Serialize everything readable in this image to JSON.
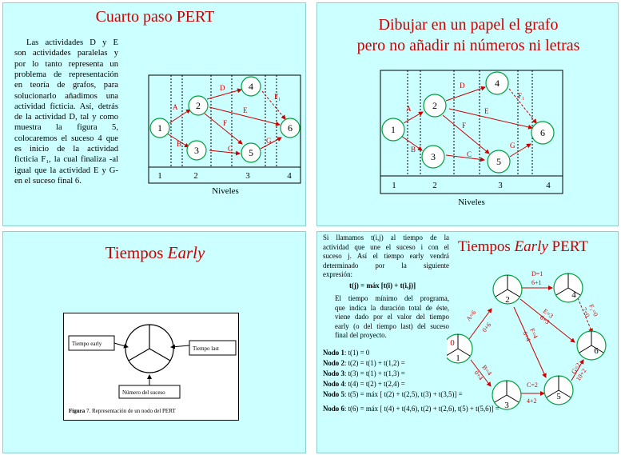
{
  "slide1": {
    "title": "Cuarto paso PERT",
    "lines": [
      "Las actividades D y E",
      "son actividades paralelas y",
      "por lo tanto representa un",
      "problema de representación",
      "en teoría de grafos, para",
      "solucionarlo añadimos una",
      "actividad ficticia. Así, detrás",
      "de la actividad D, tal y como",
      "muestra la figura 5,",
      "colocaremos el suceso 4 que",
      "es inicio de la actividad",
      "ficticia F₁, la cual finaliza -al",
      "igual que la actividad E y G-",
      "en el suceso final 6."
    ],
    "graph": {
      "nodes": [
        "1",
        "2",
        "3",
        "4",
        "5",
        "6"
      ],
      "edge_labels": [
        "A",
        "B",
        "C",
        "D",
        "E",
        "F",
        "G",
        "F₁"
      ],
      "levels": [
        "1",
        "2",
        "3",
        "4"
      ],
      "levels_label": "Niveles"
    }
  },
  "slide2": {
    "title_line1": "Dibujar en un papel el grafo",
    "title_line2": "pero no añadir ni números ni letras",
    "graph": {
      "nodes": [
        "1",
        "2",
        "3",
        "4",
        "5",
        "6"
      ],
      "edge_labels": [
        "A",
        "B",
        "C",
        "D",
        "E",
        "F",
        "G",
        "F₁"
      ],
      "levels": [
        "1",
        "2",
        "3",
        "4"
      ],
      "levels_label": "Niveles"
    }
  },
  "slide3": {
    "title_plain": "Tiempos ",
    "title_italic": "Early",
    "box_early_label": "Tiempo early",
    "box_last_label": "Tiempo last",
    "box_node_label": "Número del suceso",
    "caption_bold": "Figura",
    "caption_rest": " 7. Representación de un nodo del PERT"
  },
  "slide4": {
    "title_plain1": "Tiempos ",
    "title_italic": "Early",
    "title_plain2": " PERT",
    "intro_lines": [
      "Si llamamos t(i,j) al tiempo de la",
      "actividad que une el suceso i con el",
      "suceso j. Así el tiempo early vendrá",
      "determinado por la siguiente",
      "expresión:"
    ],
    "formula": "t(j) = máx [t(i) + t(i,j)]",
    "para_lines": [
      "El tiempo mínimo del programa,",
      "que indica la duración total de éste,",
      "viene dado por el valor del tiempo",
      "early (o del tiempo last) del suceso",
      "final del proyecto."
    ],
    "nodes_text": [
      {
        "label": "Nodo 1",
        "expr": ": t(1) = 0"
      },
      {
        "label": "Nodo 2",
        "expr": ": t(2) = t(1) + t(1,2) ="
      },
      {
        "label": "Nodo 3",
        "expr": ": t(3) = t(1) + t(1,3) ="
      },
      {
        "label": "Nodo 4",
        "expr": ": t(4) = t(2) + t(2,4) ="
      },
      {
        "label": "Nodo 5",
        "expr": ": t(5) = máx [ t(2) + t(2,5), t(3) + t(3,5)] ="
      },
      {
        "label": "Nodo 6",
        "expr": ": t(6) = máx [ t(4) + t(4,6), t(2) + t(2,6), t(5) + t(5,6)] ="
      }
    ],
    "graph": {
      "nodes": [
        "1",
        "2",
        "3",
        "4",
        "5",
        "6"
      ],
      "node1_early": "0",
      "edge_labels": [
        "A=6",
        "0+6",
        "B=4",
        "0+4",
        "D=1",
        "6+1",
        "E=3",
        "6+3",
        "F=4",
        "6+4",
        "C=2",
        "4+2",
        "G=2",
        "10+2",
        "F₁=0",
        "7+0"
      ]
    }
  }
}
